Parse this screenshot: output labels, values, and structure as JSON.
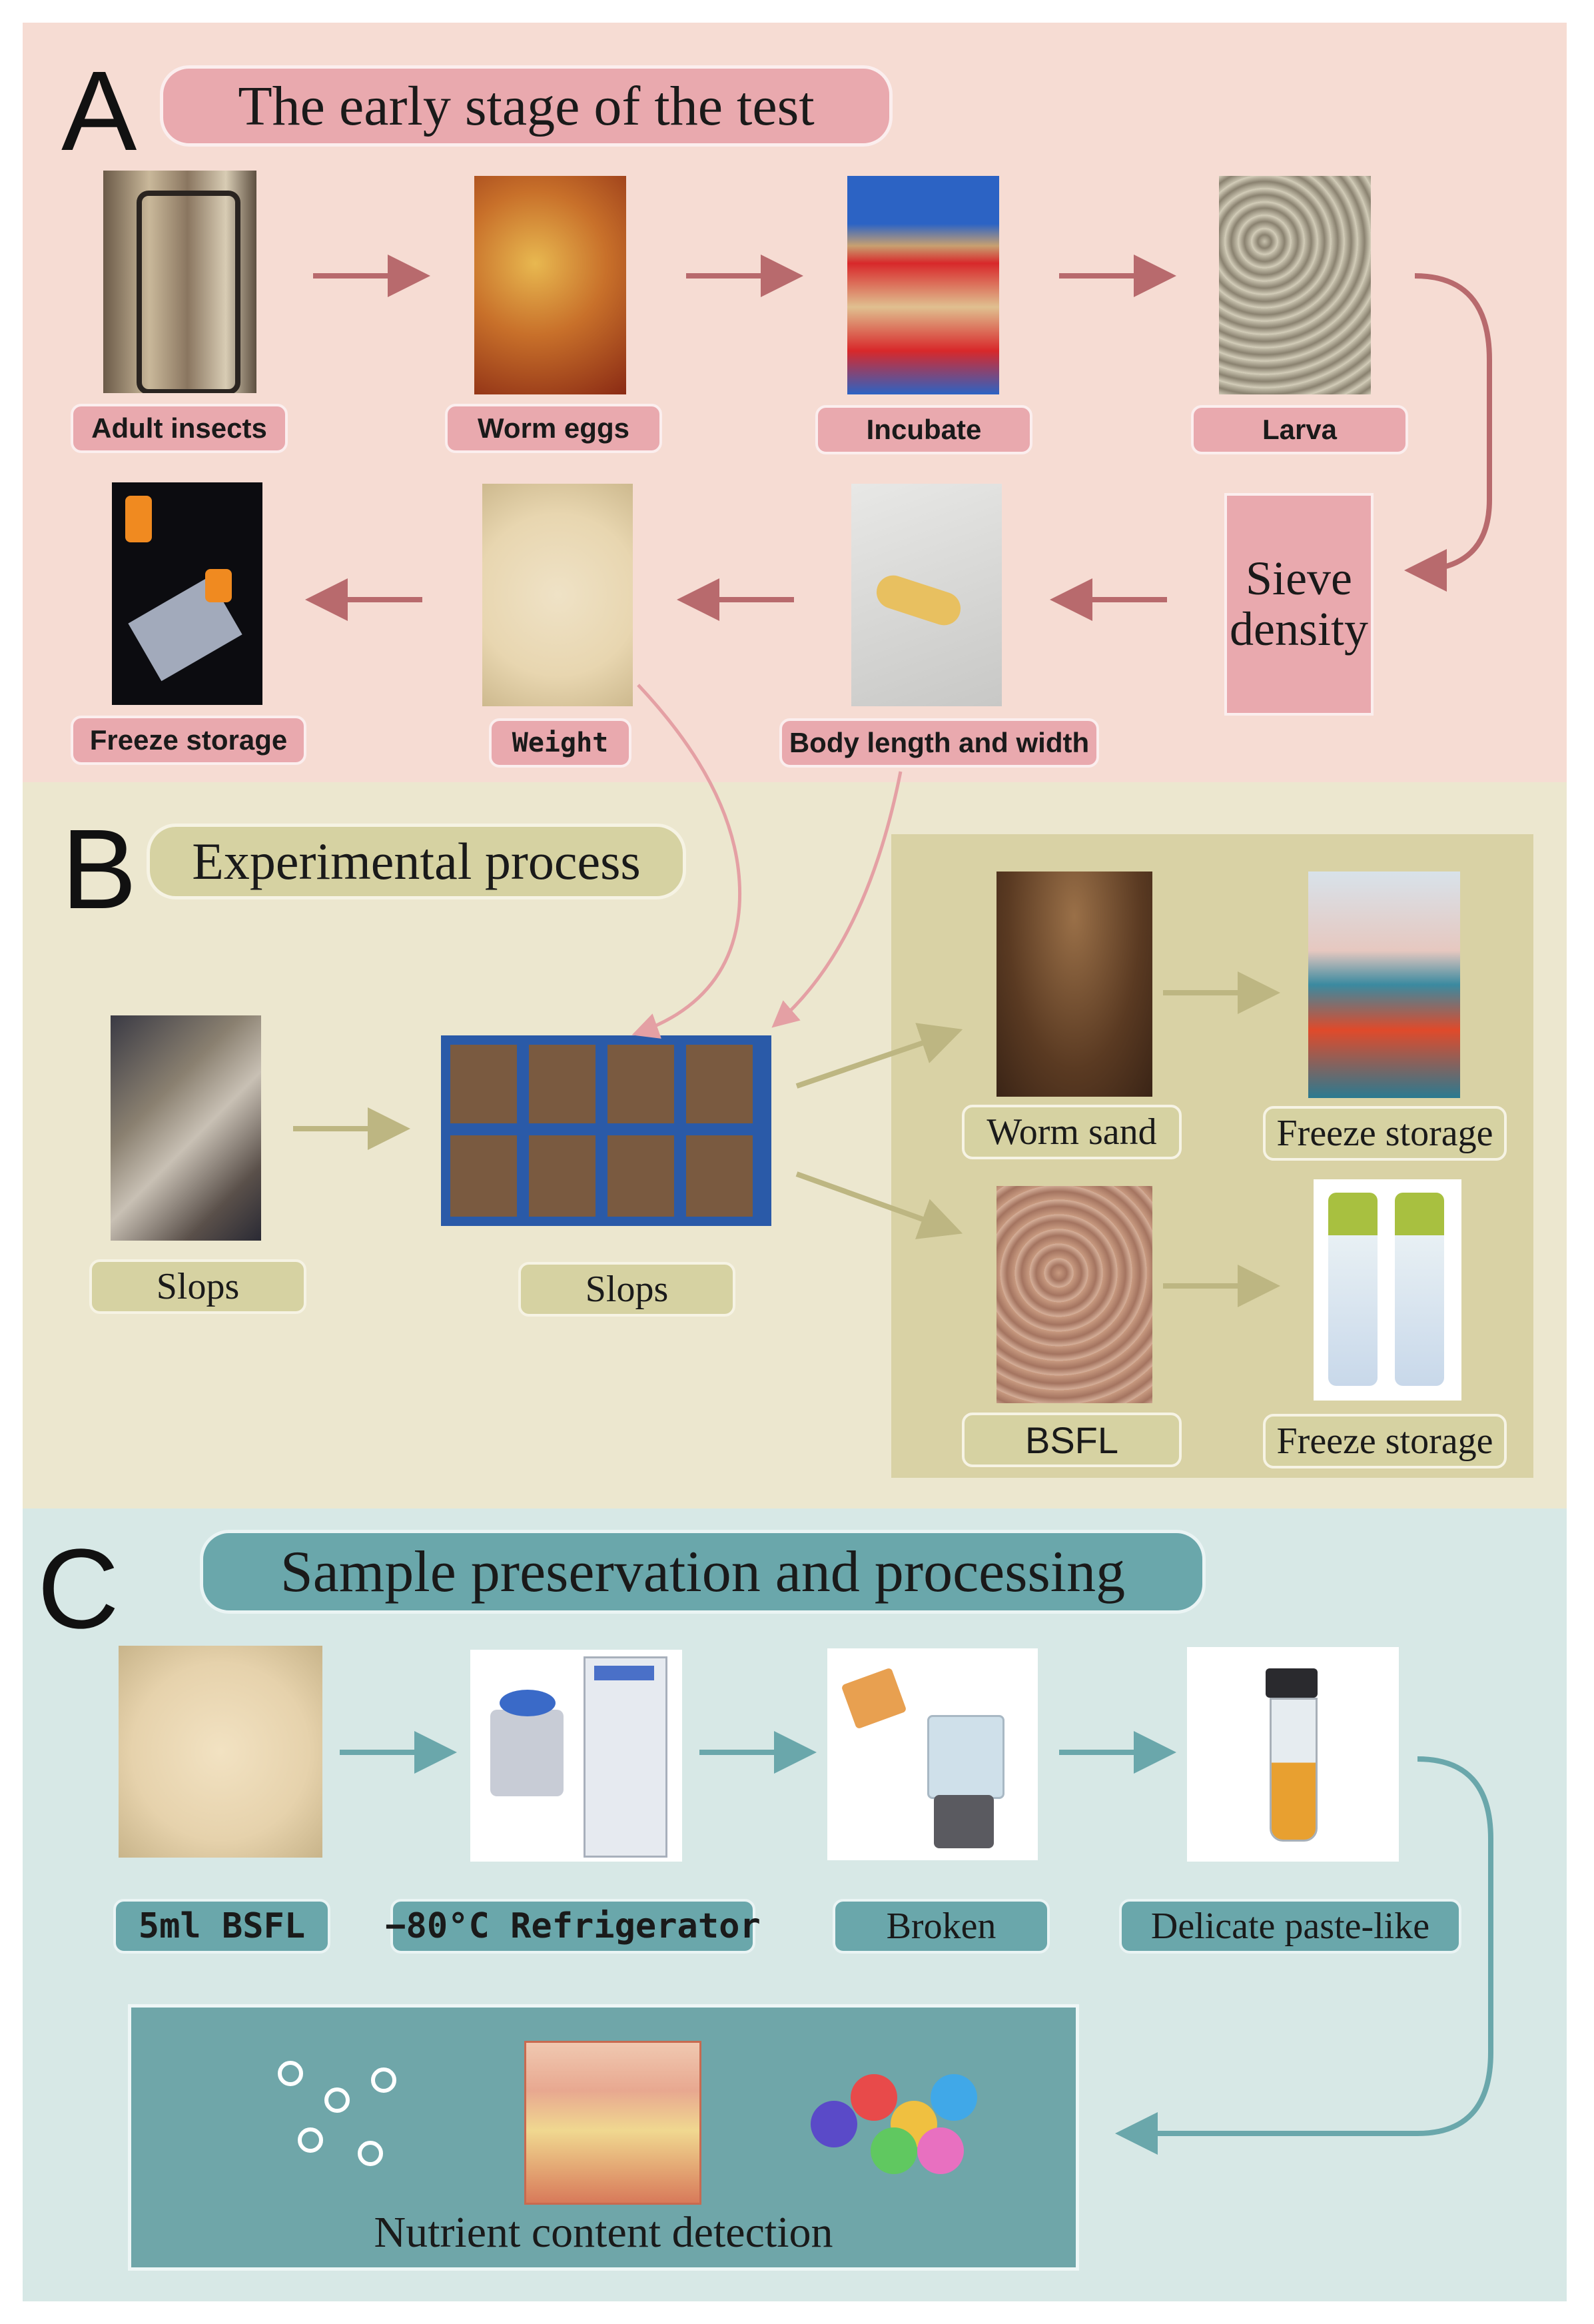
{
  "panel_a": {
    "letter": "A",
    "title": "The early stage of the test",
    "steps": {
      "adult_insects": "Adult insects",
      "worm_eggs": "Worm eggs",
      "incubate": "Incubate",
      "larva": "Larva",
      "sieve_density_line1": "Sieve",
      "sieve_density_line2": "density",
      "body_length_width": "Body length and width",
      "weight": "Weight",
      "freeze_storage": "Freeze storage"
    }
  },
  "panel_b": {
    "letter": "B",
    "title": "Experimental process",
    "labels": {
      "slops_1": "Slops",
      "slops_2": "Slops",
      "worm_sand": "Worm sand",
      "freeze_storage_1": "Freeze storage",
      "bsfl": "BSFL",
      "freeze_storage_2": "Freeze storage"
    }
  },
  "panel_c": {
    "letter": "C",
    "title": "Sample preservation and processing",
    "labels": {
      "bsfl_5ml": "5ml BSFL",
      "refrigerator": "−80°C Refrigerator",
      "broken": "Broken",
      "paste": "Delicate paste-like",
      "nutrient": "Nutrient content detection"
    }
  },
  "colors": {
    "panel_a_bg": "#f6dcd3",
    "panel_b_bg": "#ece7cf",
    "panel_c_bg": "#d7e8e6",
    "arrow_a": "#b86a6d",
    "arrow_b": "#bdb682",
    "arrow_c": "#6aa7ab"
  }
}
